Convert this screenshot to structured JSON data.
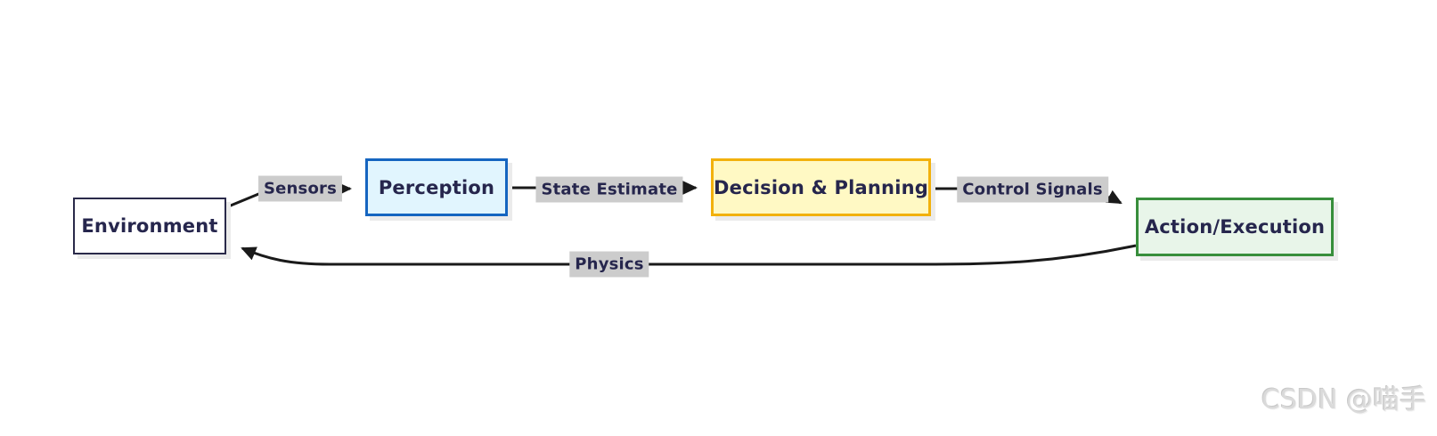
{
  "diagram": {
    "type": "flowchart",
    "direction": "left-to-right",
    "background_color": "#ffffff",
    "line_color": "#1a1a1a",
    "edge_label_background": "#cccccc",
    "text_color": "#26264d",
    "nodes": [
      {
        "id": "environment",
        "label": "Environment",
        "fill": "#ffffff",
        "border": "#2a2a4a"
      },
      {
        "id": "perception",
        "label": "Perception",
        "fill": "#e1f5fe",
        "border": "#1565c0"
      },
      {
        "id": "decision",
        "label": "Decision & Planning",
        "fill": "#fff9c4",
        "border": "#f2b10d"
      },
      {
        "id": "action",
        "label": "Action/Execution",
        "fill": "#e8f5e9",
        "border": "#388e3c"
      }
    ],
    "edges": [
      {
        "from": "environment",
        "to": "perception",
        "label": "Sensors"
      },
      {
        "from": "perception",
        "to": "decision",
        "label": "State Estimate"
      },
      {
        "from": "decision",
        "to": "action",
        "label": "Control Signals"
      },
      {
        "from": "action",
        "to": "environment",
        "label": "Physics"
      }
    ]
  },
  "watermark": {
    "text": "CSDN @喵手",
    "color": "#dadada"
  }
}
